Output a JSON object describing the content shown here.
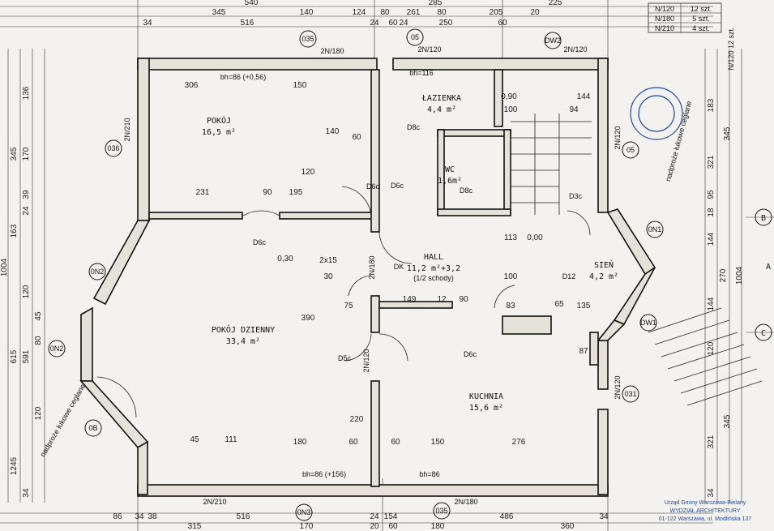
{
  "table": {
    "rows": [
      {
        "name": "N/120",
        "count": "12 szt."
      },
      {
        "name": "N/180",
        "count": "5 szt."
      },
      {
        "name": "N/210",
        "count": "4 szt."
      }
    ]
  },
  "top_dims": {
    "row1": [
      "540",
      "285",
      "225"
    ],
    "row2": [
      "345",
      "140",
      "124",
      "80",
      "261",
      "80",
      "205",
      "20"
    ],
    "row3": [
      "34",
      "516",
      "24",
      "60",
      "24",
      "250",
      "60"
    ]
  },
  "bottom_dims": {
    "row1": [
      "34",
      "86",
      "38",
      "516",
      "24",
      "154",
      "486",
      "34"
    ],
    "row2": [
      "315",
      "170",
      "20",
      "60",
      "180",
      "360"
    ]
  },
  "left_dims": [
    "345",
    "136",
    "170",
    "39",
    "24",
    "163",
    "1004",
    "120",
    "615",
    "591",
    "45",
    "80",
    "120",
    "1245",
    "34"
  ],
  "right_dims": [
    "183",
    "321",
    "345",
    "95",
    "18",
    "144",
    "270",
    "1004",
    "144",
    "120",
    "321",
    "345",
    "34"
  ],
  "axes": [
    "B",
    "C",
    "A"
  ],
  "rooms": [
    {
      "name": "POKÓJ",
      "area": "16,5 m²"
    },
    {
      "name": "ŁAZIENKA",
      "area": "4,4 m²"
    },
    {
      "name": "WC",
      "area": "1,6m²"
    },
    {
      "name": "HALL",
      "area": "11,2 m²+3,2",
      "note": "(1/2 schody)"
    },
    {
      "name": "SIEŃ",
      "area": "4,2 m²"
    },
    {
      "name": "POKÓJ DZIENNY",
      "area": "33,4 m²"
    },
    {
      "name": "KUCHNIA",
      "area": "15,6 m²"
    }
  ],
  "openings": {
    "top_window_1": "2N/180",
    "top_window_2": "2N/120",
    "top_window_3": "2N/120",
    "left_window": "2N/210",
    "bottom_window_1": "2N/210",
    "bottom_window_2": "2N/180",
    "right_window_1": "2N/120",
    "right_window_2": "2N/120",
    "hall_window": "2N/120",
    "center_window": "2N/180",
    "bh_top": "bh=86 (+0,56)",
    "bh_bottom_1": "bh=86 (+156)",
    "bh_bottom_2": "bh=86",
    "bh_small": "bh=116"
  },
  "markers": [
    "035",
    "05",
    "DW2",
    "036",
    "0N2",
    "0N2",
    "0B",
    "0N3",
    "035",
    "DW1",
    "0N1",
    "05",
    "031"
  ],
  "doors": [
    "D6c",
    "D6c",
    "D8c",
    "D8c",
    "D3c",
    "D12",
    "D5c",
    "D6c",
    "D6c",
    "DK"
  ],
  "inner_dims": [
    "306",
    "150",
    "60",
    "140",
    "231",
    "90",
    "195",
    "120",
    "390",
    "220",
    "75",
    "149",
    "12",
    "90",
    "113",
    "100",
    "135",
    "180",
    "60",
    "60",
    "150",
    "276",
    "45",
    "111",
    "0,30",
    "0,00",
    "2x15",
    "30",
    "83",
    "65",
    "0,90",
    "100",
    "94",
    "144",
    "87"
  ],
  "notes": [
    "nadproże łukowe ceglane",
    "nadproże łukowe ceglane"
  ],
  "stamp_texts": [
    "Urząd Gminy Warszawa-Bielany",
    "WYDZIAŁ ARCHITEKTURY",
    "01-122 Warszawa, ul. Modlińska 137"
  ],
  "corner_text": "N/120 12 szt."
}
